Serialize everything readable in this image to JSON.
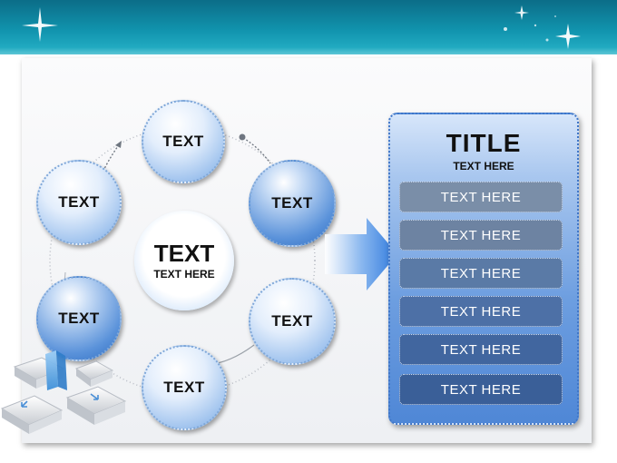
{
  "cycle": {
    "nodes": [
      "TEXT",
      "TEXT",
      "TEXT",
      "TEXT",
      "TEXT",
      "TEXT"
    ],
    "center": {
      "title": "TEXT",
      "subtitle": "TEXT HERE"
    }
  },
  "panel": {
    "title": "TITLE",
    "subtitle": "TEXT HERE",
    "items": [
      "TEXT HERE",
      "TEXT HERE",
      "TEXT HERE",
      "TEXT HERE",
      "TEXT HERE",
      "TEXT HERE"
    ]
  },
  "colors": {
    "banner": "#1193ad",
    "node_fill": "#8db7ea",
    "panel_fill": "#4f87d6",
    "row_fills": [
      "#7a8ea8",
      "#6d83a2",
      "#5a7aa6",
      "#4d70a6",
      "#41669f",
      "#3a5f98"
    ]
  }
}
